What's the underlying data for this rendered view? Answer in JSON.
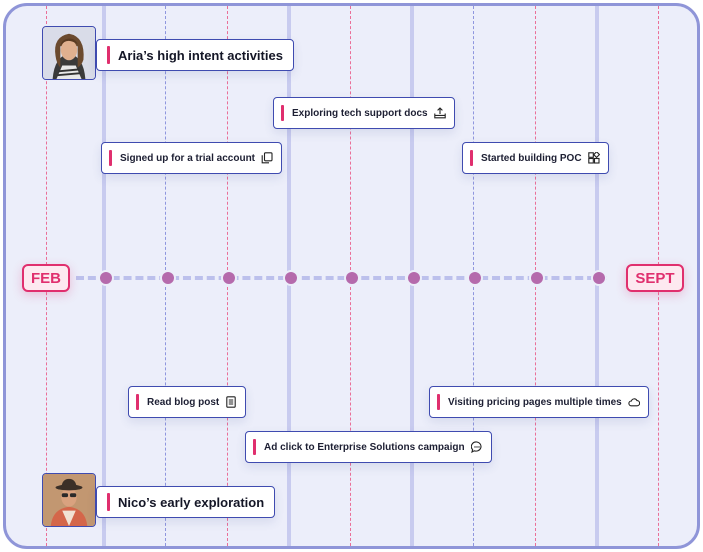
{
  "top_persona": {
    "title": "Aria’s high intent activities",
    "avatar_icon": "woman-portrait-icon"
  },
  "bottom_persona": {
    "title": "Nico’s early exploration",
    "avatar_icon": "man-portrait-icon"
  },
  "timeline": {
    "start_label": "FEB",
    "end_label": "SEPT"
  },
  "activities": {
    "trial": {
      "label": "Signed up for a trial account",
      "icon": "copy-icon"
    },
    "docs": {
      "label": "Exploring tech support docs",
      "icon": "upload-tray-icon"
    },
    "poc": {
      "label": "Started building POC",
      "icon": "widgets-icon"
    },
    "blog": {
      "label": "Read blog post",
      "icon": "document-icon"
    },
    "ad": {
      "label": "Ad click to Enterprise Solutions campaign",
      "icon": "chat-bubble-icon"
    },
    "pricing": {
      "label": "Visiting pricing pages multiple times",
      "icon": "cloud-icon"
    }
  },
  "colors": {
    "accent": "#e02f6e",
    "border": "#3f4bb0",
    "frame": "#8f95d8",
    "background": "#eceefa"
  }
}
